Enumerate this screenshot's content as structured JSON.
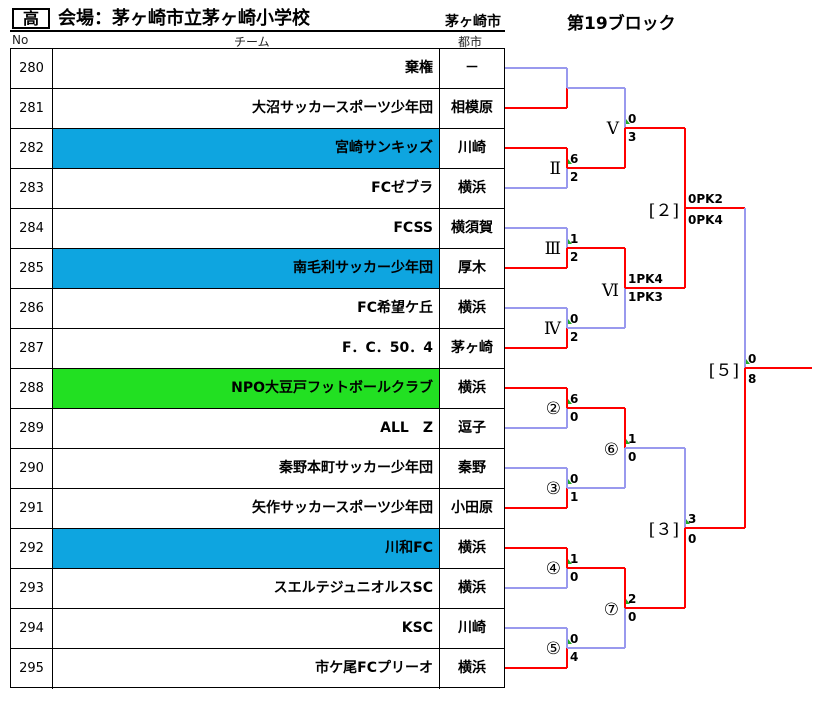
{
  "header": {
    "badge": "高",
    "venue": "会場：茅ヶ崎市立茅ヶ崎小学校",
    "city": "茅ヶ崎市",
    "block": "第19ブロック",
    "col_no": "No",
    "col_team": "チーム",
    "col_city": "都市"
  },
  "teams": [
    {
      "no": "280",
      "name": "棄権",
      "city": "－",
      "bg": ""
    },
    {
      "no": "281",
      "name": "大沼サッカースポーツ少年団",
      "city": "相模原",
      "bg": ""
    },
    {
      "no": "282",
      "name": "宮崎サンキッズ",
      "city": "川崎",
      "bg": "blue"
    },
    {
      "no": "283",
      "name": "FCゼブラ",
      "city": "横浜",
      "bg": ""
    },
    {
      "no": "284",
      "name": "FCSS",
      "city": "横須賀",
      "bg": ""
    },
    {
      "no": "285",
      "name": "南毛利サッカー少年団",
      "city": "厚木",
      "bg": "blue"
    },
    {
      "no": "286",
      "name": "FC希望ケ丘",
      "city": "横浜",
      "bg": ""
    },
    {
      "no": "287",
      "name": "F．C．50．4",
      "city": "茅ヶ崎",
      "bg": ""
    },
    {
      "no": "288",
      "name": "NPO大豆戸フットボールクラブ",
      "city": "横浜",
      "bg": "green"
    },
    {
      "no": "289",
      "name": "ALL　Z",
      "city": "逗子",
      "bg": ""
    },
    {
      "no": "290",
      "name": "秦野本町サッカー少年団",
      "city": "秦野",
      "bg": ""
    },
    {
      "no": "291",
      "name": "矢作サッカースポーツ少年団",
      "city": "小田原",
      "bg": ""
    },
    {
      "no": "292",
      "name": "川和FC",
      "city": "横浜",
      "bg": "blue"
    },
    {
      "no": "293",
      "name": "スエルテジュニオルスSC",
      "city": "横浜",
      "bg": ""
    },
    {
      "no": "294",
      "name": "KSC",
      "city": "川崎",
      "bg": ""
    },
    {
      "no": "295",
      "name": "市ケ尾FCプリーオ",
      "city": "横浜",
      "bg": ""
    }
  ],
  "matches": {
    "m2": {
      "label": "Ⅱ",
      "top": "6",
      "bottom": "2"
    },
    "m3": {
      "label": "Ⅲ",
      "top": "1",
      "bottom": "2"
    },
    "m4": {
      "label": "Ⅳ",
      "top": "0",
      "bottom": "2"
    },
    "m5": {
      "label": "Ⅴ",
      "top": "0",
      "bottom": "3"
    },
    "m6": {
      "label": "Ⅵ",
      "top": "1PK4",
      "bottom": "1PK3"
    },
    "m7": {
      "label": "[２]",
      "top": "0PK2",
      "bottom": "0PK4"
    },
    "n2": {
      "label": "②",
      "top": "6",
      "bottom": "0"
    },
    "n3": {
      "label": "③",
      "top": "0",
      "bottom": "1"
    },
    "n4": {
      "label": "④",
      "top": "1",
      "bottom": "0"
    },
    "n5": {
      "label": "⑤",
      "top": "0",
      "bottom": "4"
    },
    "n6": {
      "label": "⑥",
      "top": "1",
      "bottom": "0"
    },
    "n7": {
      "label": "⑦",
      "top": "2",
      "bottom": "0"
    },
    "n8": {
      "label": "[３]",
      "top": "3",
      "bottom": "0"
    },
    "final": {
      "label": "[５]",
      "top": "0",
      "bottom": "8"
    }
  },
  "colors": {
    "win": "#ff0000",
    "lose": "#9999ee",
    "highlight_blue": "#0ea5e0",
    "highlight_green": "#22e022"
  }
}
